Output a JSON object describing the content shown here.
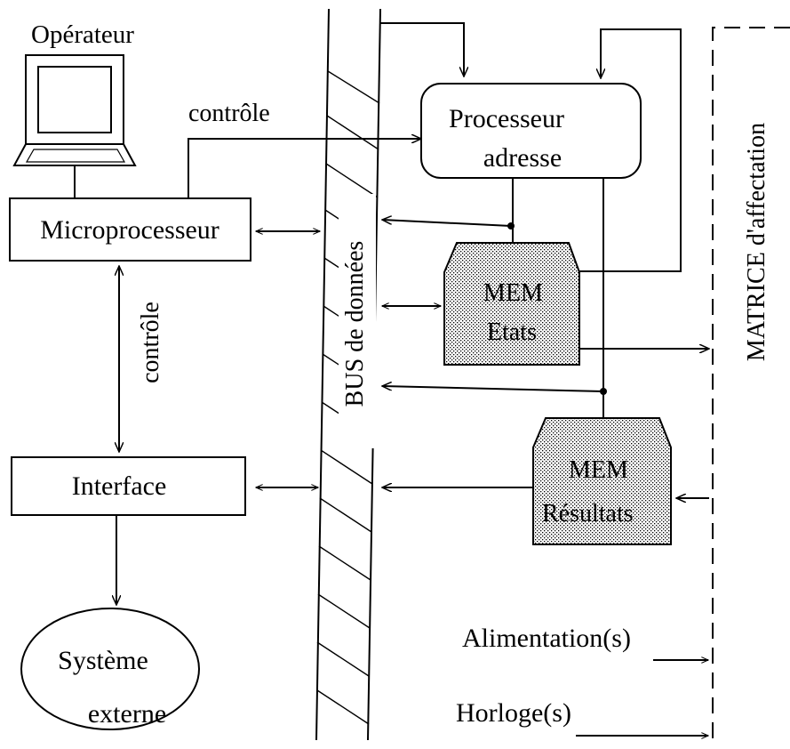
{
  "operator": {
    "label": "Opérateur"
  },
  "links": {
    "control_top": "contrôle",
    "control_vertical": "contrôle"
  },
  "blocks": {
    "microprocessor": "Microprocesseur",
    "interface": "Interface",
    "external_system": {
      "line1": "Système",
      "line2": "externe"
    },
    "address_processor": {
      "line1": "Processeur",
      "line2": "adresse"
    },
    "mem_states": {
      "line1": "MEM",
      "line2": "Etats"
    },
    "mem_results": {
      "line1": "MEM",
      "line2": "Résultats"
    }
  },
  "bus": {
    "label": "BUS de données"
  },
  "matrix": {
    "label": "MATRICE d'affectation"
  },
  "inputs": {
    "power": "Alimentation(s)",
    "clock": "Horloge(s)"
  },
  "icons": {
    "operator": "computer-terminal-icon"
  },
  "colors": {
    "ink": "#000000",
    "background": "#ffffff"
  }
}
